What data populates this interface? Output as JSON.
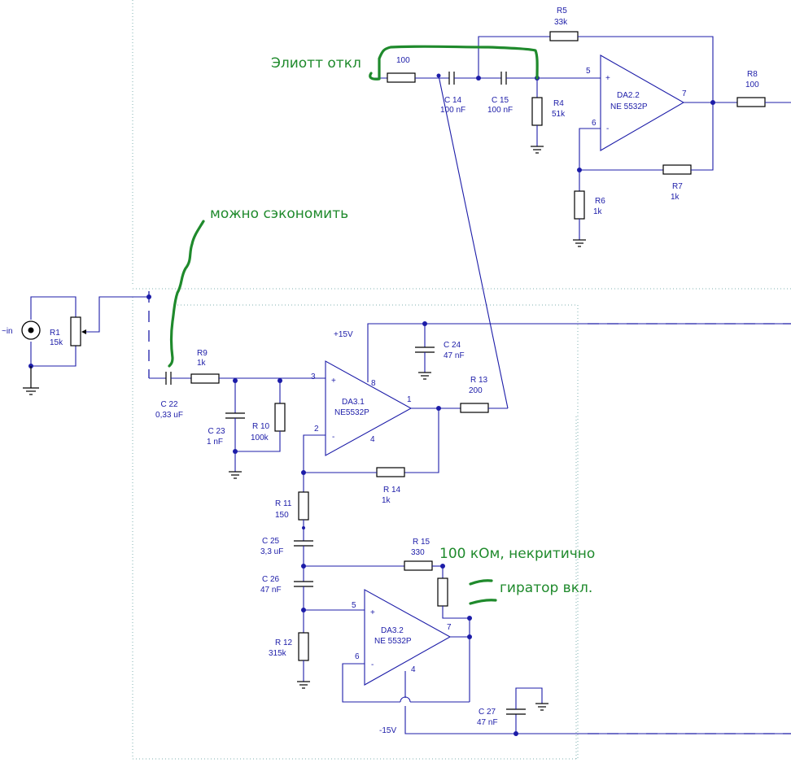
{
  "annotations": {
    "eliott": "Элиотт откл",
    "save": "можно сэкономить",
    "r15_note": "100 кОм, некритично",
    "gyrator": "гиратор вкл."
  },
  "input": {
    "label": "~in"
  },
  "supply": {
    "pos": "+15V",
    "neg": "-15V"
  },
  "components": {
    "R1": {
      "ref": "R1",
      "value": "15k"
    },
    "R4": {
      "ref": "R4",
      "value": "51k"
    },
    "R5": {
      "ref": "R5",
      "value": "33k"
    },
    "R6": {
      "ref": "R6",
      "value": "1k"
    },
    "R7": {
      "ref": "R7",
      "value": "1k"
    },
    "R8": {
      "ref": "R8",
      "value": "100"
    },
    "R9": {
      "ref": "R9",
      "value": "1k"
    },
    "R10": {
      "ref": "R 10",
      "value": "100k"
    },
    "R11": {
      "ref": "R 11",
      "value": "150"
    },
    "R12": {
      "ref": "R 12",
      "value": "315k"
    },
    "R13": {
      "ref": "R 13",
      "value": "200"
    },
    "R14": {
      "ref": "R 14",
      "value": "1k"
    },
    "R15": {
      "ref": "R 15",
      "value": "330"
    },
    "Rtop": {
      "value": "100"
    },
    "C14": {
      "ref": "C 14",
      "value": "100 nF"
    },
    "C15": {
      "ref": "C 15",
      "value": "100 nF"
    },
    "C22": {
      "ref": "C 22",
      "value": "0,33 uF"
    },
    "C23": {
      "ref": "C 23",
      "value": "1 nF"
    },
    "C24": {
      "ref": "C 24",
      "value": "47 nF"
    },
    "C25": {
      "ref": "C 25",
      "value": "3,3 uF"
    },
    "C26": {
      "ref": "C 26",
      "value": "47 nF"
    },
    "C27": {
      "ref": "C 27",
      "value": "47 nF"
    },
    "DA22": {
      "ref": "DA2.2",
      "part": "NE 5532P",
      "pins": [
        "5",
        "6",
        "7"
      ],
      "plus": "+",
      "minus": "-"
    },
    "DA31": {
      "ref": "DA3.1",
      "part": "NE5532P",
      "pins": [
        "3",
        "2",
        "1",
        "8",
        "4"
      ],
      "plus": "+",
      "minus": "-"
    },
    "DA32": {
      "ref": "DA3.2",
      "part": "NE 5532P",
      "pins": [
        "5",
        "6",
        "7",
        "4"
      ],
      "plus": "+",
      "minus": "-"
    }
  },
  "colors": {
    "wire": "#1c1ca8",
    "annotation": "#1f8a2c",
    "frame": "#7fb0b0"
  }
}
